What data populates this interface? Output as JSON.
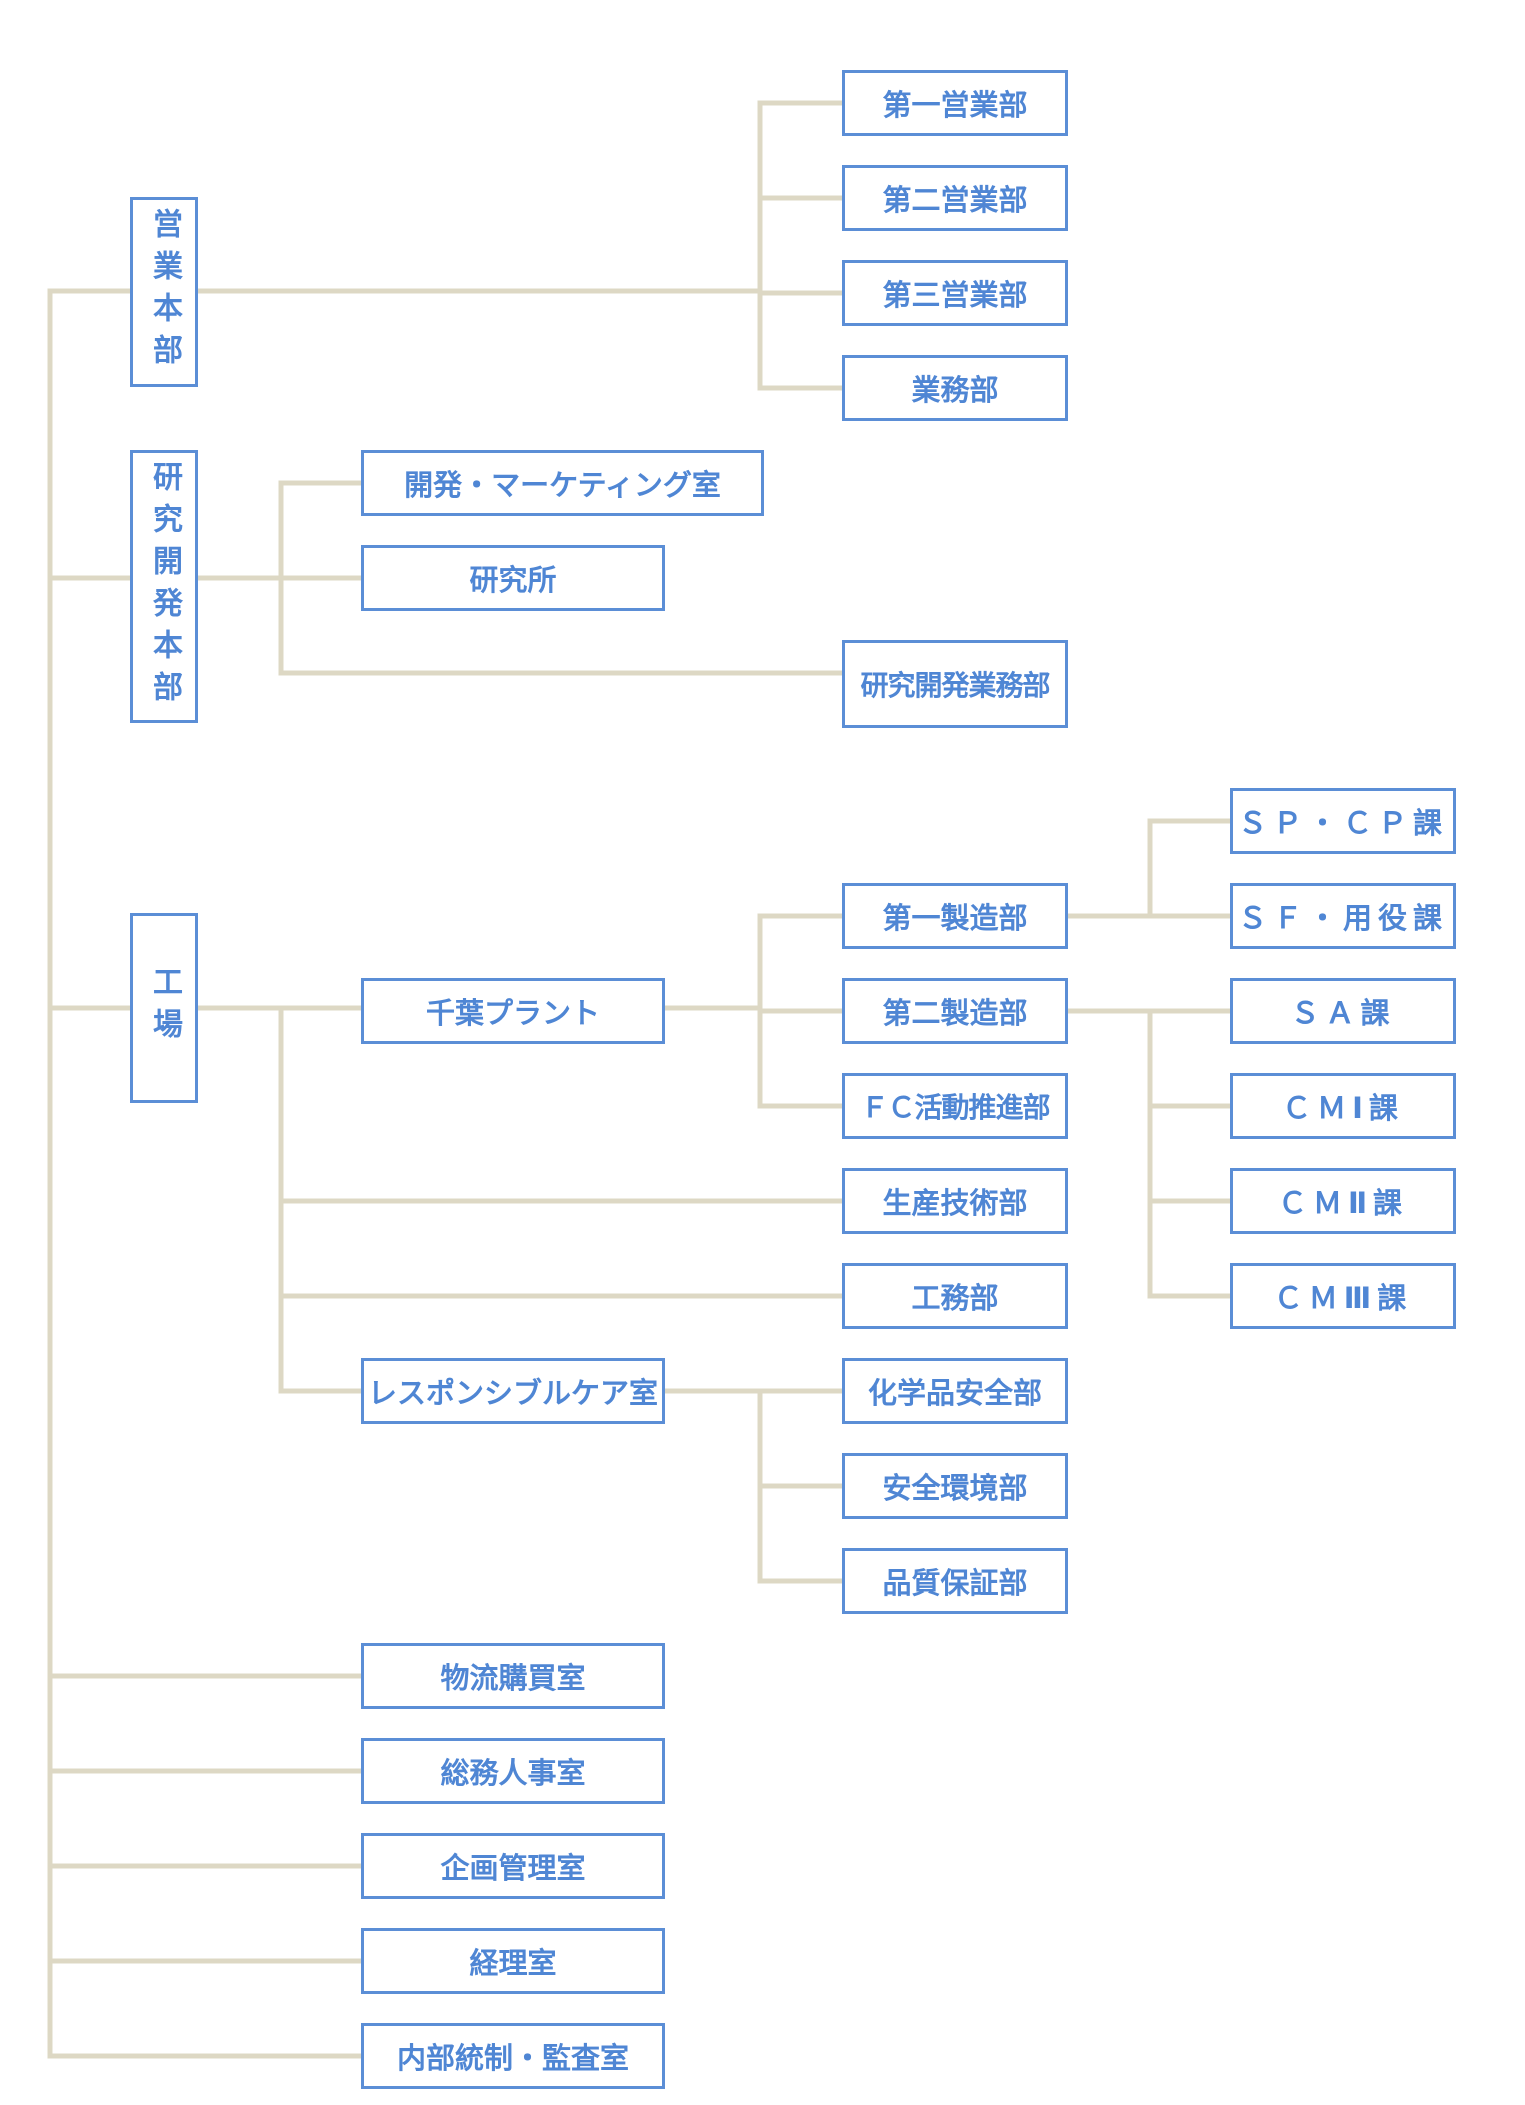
{
  "colors": {
    "line": "#DDD8C4",
    "border": "#5B8ED6",
    "text": "#4F86D4"
  },
  "org": {
    "sales_hq": {
      "label": "営業本部",
      "first_sales": "第一営業部",
      "second_sales": "第二営業部",
      "third_sales": "第三営業部",
      "operations": "業務部"
    },
    "rnd_hq": {
      "label": "研究開発本部",
      "dev_marketing": "開発・マーケティング室",
      "laboratory": "研究所",
      "rnd_operations": "研究開発業務部"
    },
    "factory": {
      "label": "工場",
      "chiba_plant": "千葉プラント",
      "first_manufacturing": "第一製造部",
      "second_manufacturing": "第二製造部",
      "fc_promotion": "ＦＣ活動推進部",
      "sp_cp": "ＳＰ・ＣＰ課",
      "sf_utility": "ＳＦ・用役課",
      "sa": "ＳＡ課",
      "cm1": "ＣＭⅠ課",
      "cm2": "ＣＭⅡ課",
      "cm3": "ＣＭⅢ課",
      "production_tech": "生産技術部",
      "engineering": "工務部",
      "responsible_care": "レスポンシブルケア室",
      "chemical_safety": "化学品安全部",
      "safety_env": "安全環境部",
      "quality_assurance": "品質保証部"
    },
    "logistics": "物流購買室",
    "general_affairs": "総務人事室",
    "planning": "企画管理室",
    "accounting": "経理室",
    "internal_audit": "内部統制・監査室"
  }
}
